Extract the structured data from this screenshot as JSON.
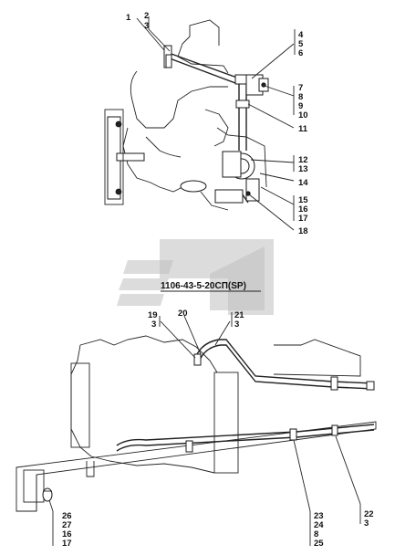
{
  "drawing_code": "1106-43-5-20СП(SP)",
  "top_callouts": [
    {
      "id": "c1",
      "lines": [
        "1"
      ]
    },
    {
      "id": "c2",
      "lines": [
        "2",
        "3"
      ]
    },
    {
      "id": "c4",
      "lines": [
        "4",
        "5",
        "6"
      ]
    },
    {
      "id": "c7",
      "lines": [
        "7",
        "8",
        "9",
        "10"
      ]
    },
    {
      "id": "c11",
      "lines": [
        "11"
      ]
    },
    {
      "id": "c12",
      "lines": [
        "12",
        "13"
      ]
    },
    {
      "id": "c14",
      "lines": [
        "14"
      ]
    },
    {
      "id": "c15",
      "lines": [
        "15",
        "16",
        "17"
      ]
    },
    {
      "id": "c18",
      "lines": [
        "18"
      ]
    }
  ],
  "bottom_callouts": [
    {
      "id": "c19",
      "lines": [
        "19",
        "3"
      ]
    },
    {
      "id": "c20",
      "lines": [
        "20"
      ]
    },
    {
      "id": "c21",
      "lines": [
        "21",
        "3"
      ]
    },
    {
      "id": "c26",
      "lines": [
        "26",
        "27",
        "16",
        "17"
      ]
    },
    {
      "id": "c23",
      "lines": [
        "23",
        "24",
        "8",
        "25"
      ]
    },
    {
      "id": "c22",
      "lines": [
        "22",
        "3"
      ]
    }
  ]
}
